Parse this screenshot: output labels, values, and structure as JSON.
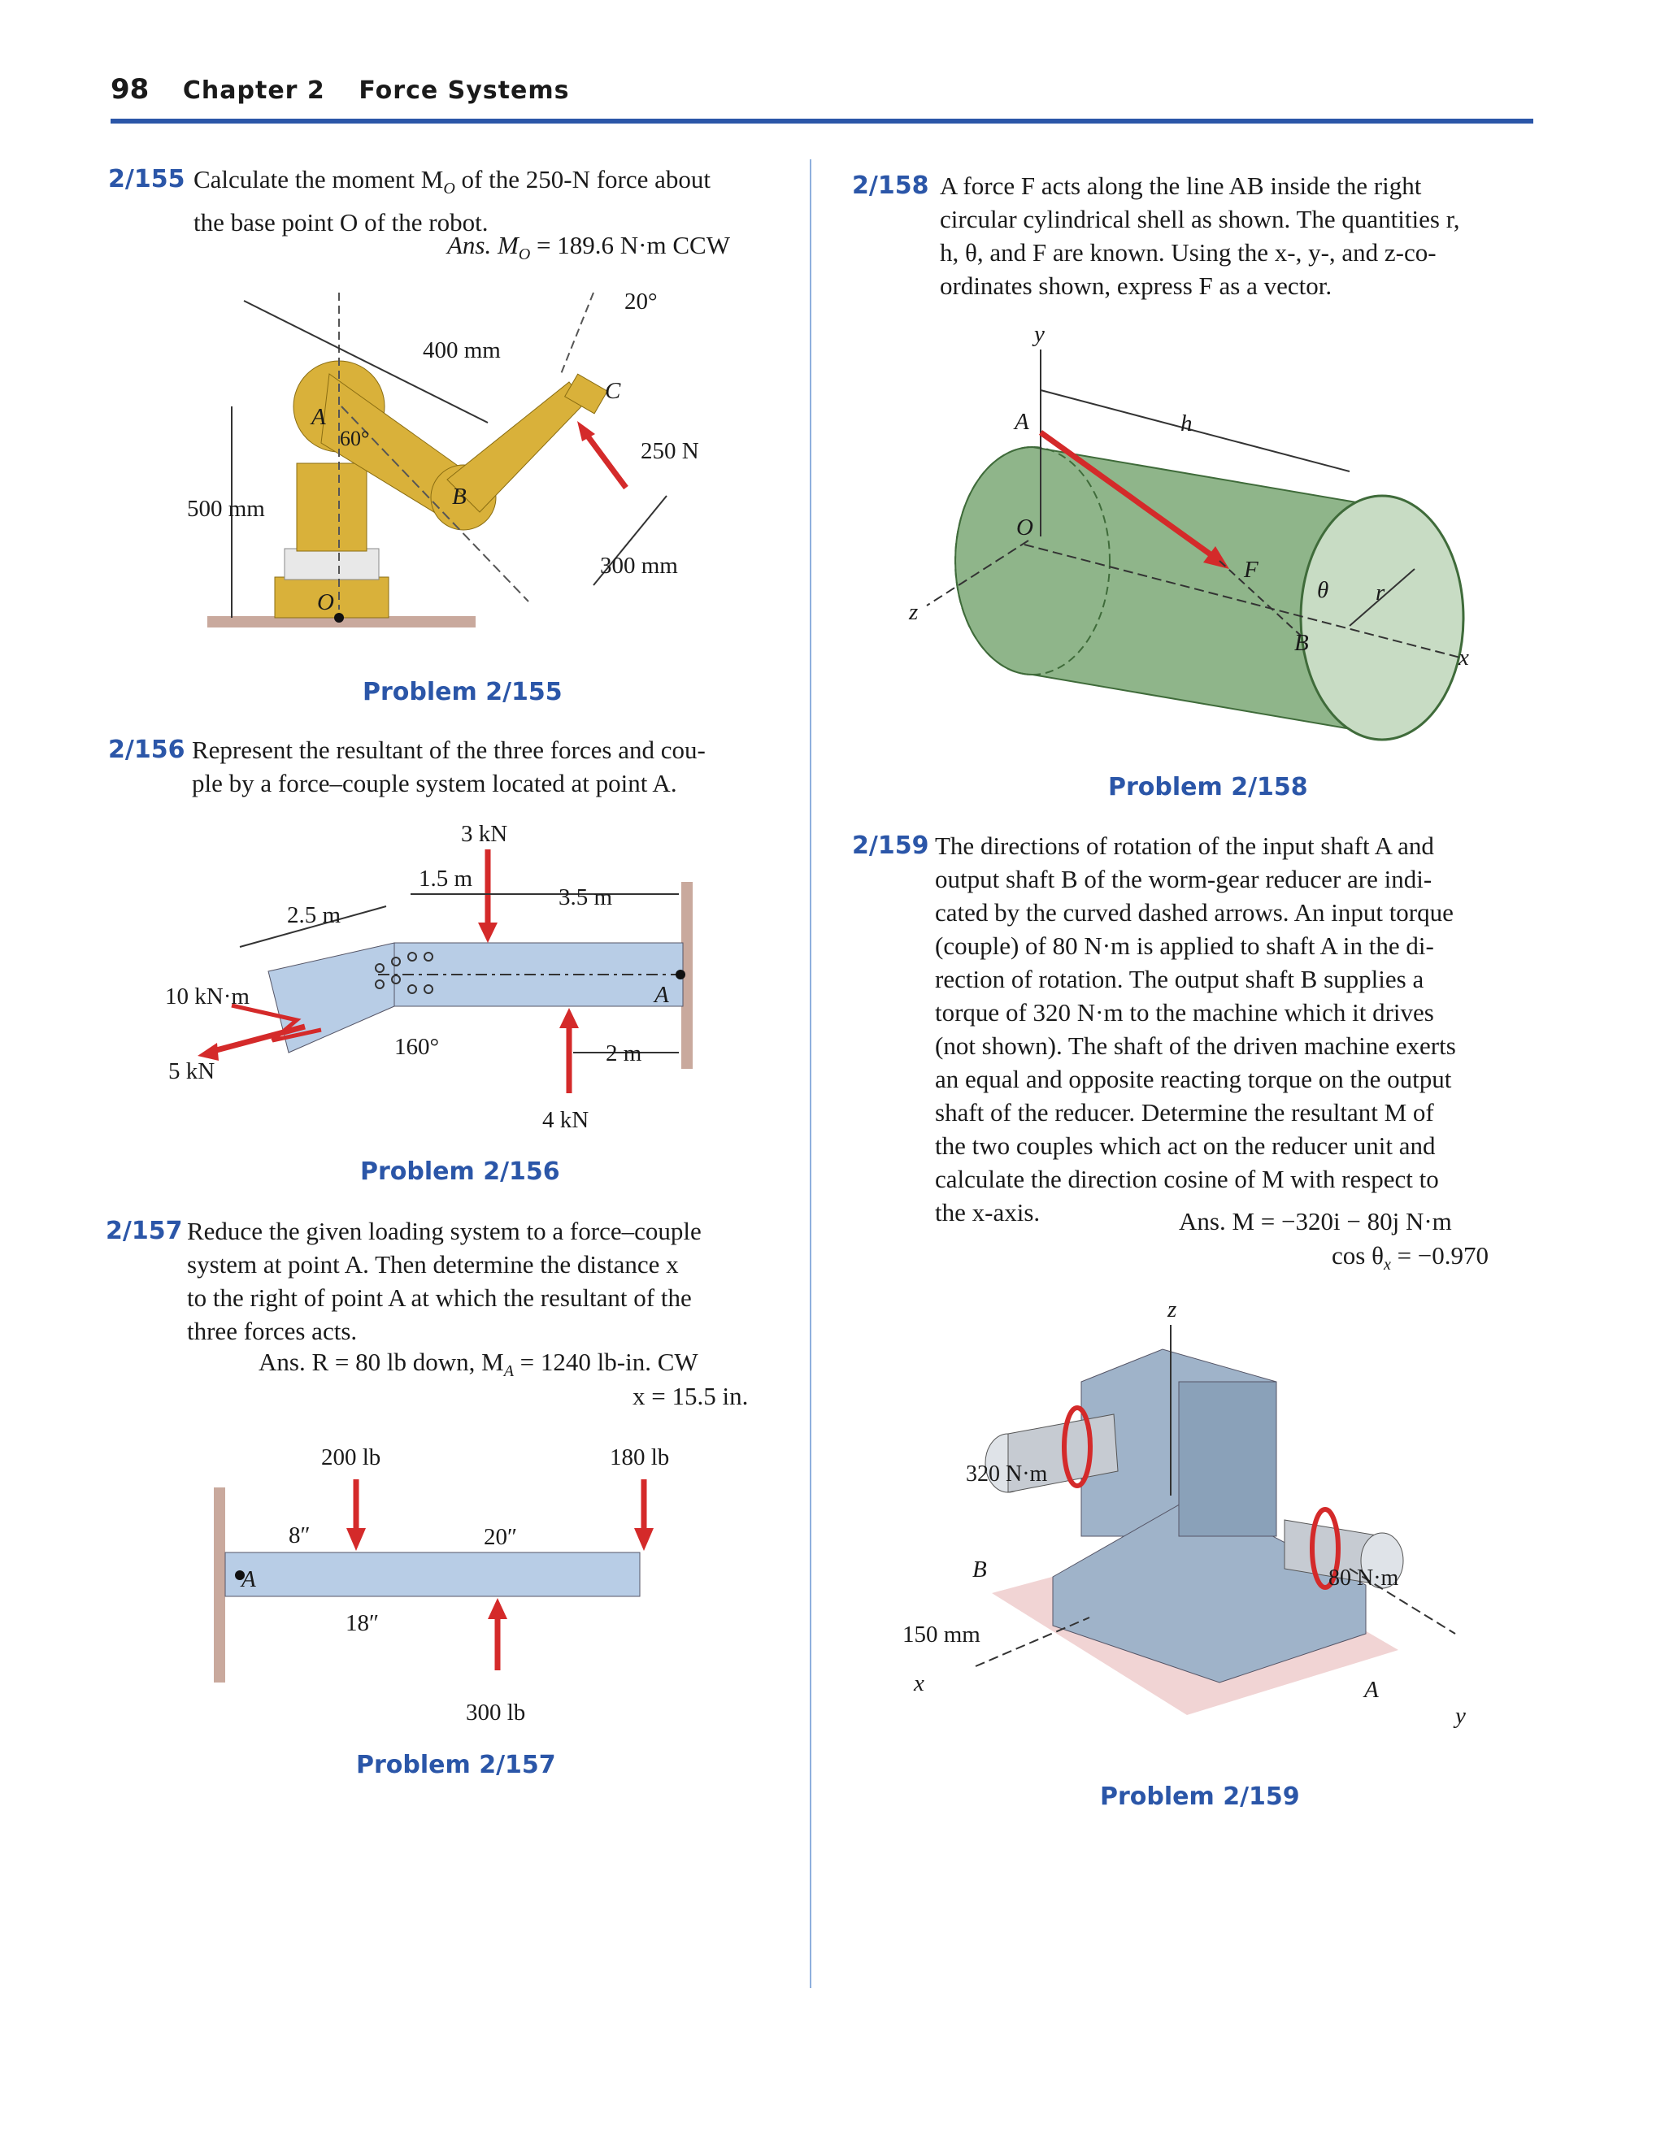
{
  "header": {
    "page_number": "98",
    "chapter": "Chapter 2",
    "title": "Force Systems"
  },
  "problems": [
    {
      "number": "2/155",
      "lines": [
        "Calculate the moment M",
        "the base point O of the robot."
      ],
      "line1_after_sub": " of the 250-N force about",
      "sub": "O",
      "answer": "Ans. M",
      "answer_sub": "O",
      "answer_value": " = 189.6 N·m CCW",
      "caption": "Problem 2/155",
      "figure": {
        "labels": [
          "400 mm",
          "20°",
          "C",
          "A",
          "60°",
          "250 N",
          "B",
          "500 mm",
          "300 mm",
          "O"
        ]
      }
    },
    {
      "number": "2/156",
      "lines": [
        "Represent the resultant of the three forces and cou-",
        "ple by a force–couple system located at point A."
      ],
      "caption": "Problem 2/156",
      "figure": {
        "labels": [
          "3 kN",
          "1.5 m",
          "3.5 m",
          "2.5 m",
          "10 kN·m",
          "A",
          "160°",
          "2 m",
          "5 kN",
          "4 kN"
        ]
      }
    },
    {
      "number": "2/157",
      "lines": [
        "Reduce the given loading system to a force–couple",
        "system at point A. Then determine the distance x",
        "to the right of point A at which the resultant of the",
        "three forces acts."
      ],
      "answer_line1": "Ans. R = 80 lb down, M",
      "answer_line1_sub": "A",
      "answer_line1_tail": " = 1240 lb-in. CW",
      "answer_line2": "x = 15.5 in.",
      "caption": "Problem 2/157",
      "figure": {
        "labels": [
          "200 lb",
          "180 lb",
          "8″",
          "20″",
          "A",
          "18″",
          "300 lb"
        ]
      }
    },
    {
      "number": "2/158",
      "lines": [
        "A force F acts along the line AB inside the right",
        "circular cylindrical shell as shown. The quantities r,",
        "h, θ, and F are known. Using the x-, y-, and z-co-",
        "ordinates shown, express F as a vector."
      ],
      "caption": "Problem 2/158",
      "figure": {
        "labels": [
          "y",
          "A",
          "h",
          "O",
          "F",
          "θ",
          "r",
          "z",
          "B",
          "x"
        ]
      }
    },
    {
      "number": "2/159",
      "lines": [
        "The directions of rotation of the input shaft A and",
        "output shaft B of the worm-gear reducer are indi-",
        "cated by the curved dashed arrows. An input torque",
        "(couple) of 80 N·m is applied to shaft A in the di-",
        "rection of rotation. The output shaft B supplies a",
        "torque of 320 N·m to the machine which it drives",
        "(not shown). The shaft of the driven machine exerts",
        "an equal and opposite reacting torque on the output",
        "shaft of the reducer. Determine the resultant M of",
        "the two couples which act on the reducer unit and",
        "calculate the direction cosine of M with respect to",
        "the x-axis."
      ],
      "answer_line1": "Ans. M = −320i − 80j N·m",
      "answer_line2": "cos θ",
      "answer_line2_sub": "x",
      "answer_line2_tail": " = −0.970",
      "caption": "Problem 2/159",
      "figure": {
        "labels": [
          "z",
          "320 N·m",
          "B",
          "80 N·m",
          "150 mm",
          "x",
          "A",
          "y"
        ]
      }
    }
  ],
  "colors": {
    "accent": "#2b56a8",
    "robot": "#d9b13a",
    "force_arrow": "#d42a2a",
    "beam": "#b8cde6",
    "cylinder": "#8fb58a",
    "gearbox": "#9fb3c9"
  }
}
